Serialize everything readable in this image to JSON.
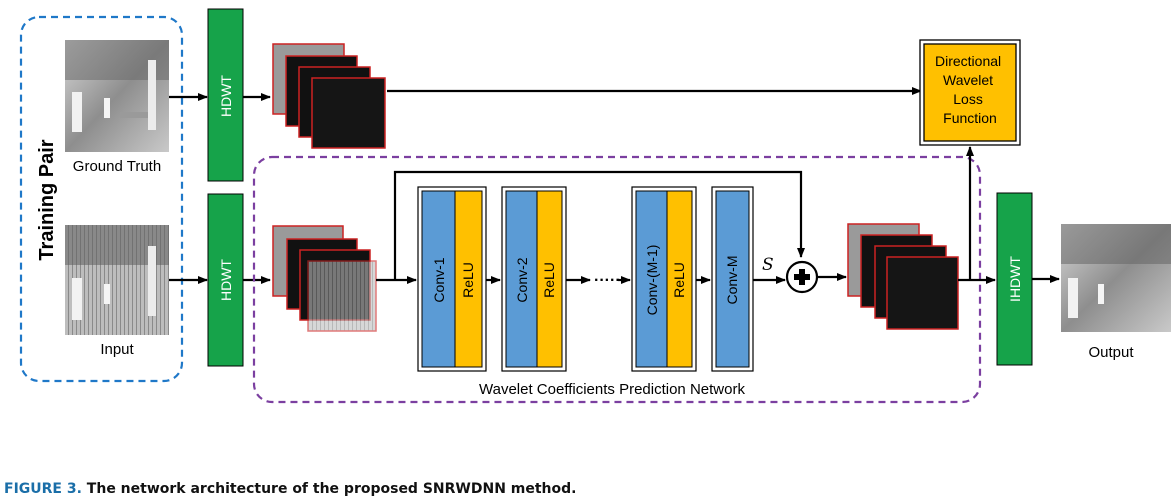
{
  "diagram": {
    "training_pair_label": "Training Pair",
    "ground_truth_label": "Ground Truth",
    "input_label": "Input",
    "output_label": "Output",
    "hdwt_label": "HDWT",
    "ihdwt_label": "IHDWT",
    "loss_label_lines": [
      "Directional",
      "Wavelet",
      "Loss",
      "Function"
    ],
    "network_label": "Wavelet Coefficients Prediction Network",
    "layers": [
      {
        "conv": "Conv-1",
        "relu": "ReLU"
      },
      {
        "conv": "Conv-2",
        "relu": "ReLU"
      },
      {
        "conv": "Conv-(M-1)",
        "relu": "ReLU"
      },
      {
        "conv": "Conv-M"
      }
    ],
    "ellipsis": "·····",
    "scale_symbol": "S",
    "colors": {
      "training_border": "#1f78c8",
      "network_border": "#7b3fa0",
      "hdwt_fill": "#16a34a",
      "conv_fill": "#5b9bd5",
      "relu_fill": "#ffc000",
      "loss_fill": "#ffc000",
      "coef_border": "#cc2222"
    }
  },
  "caption": {
    "figure_label": "FIGURE 3.",
    "text": "The network architecture of the proposed SNRWDNN method."
  }
}
